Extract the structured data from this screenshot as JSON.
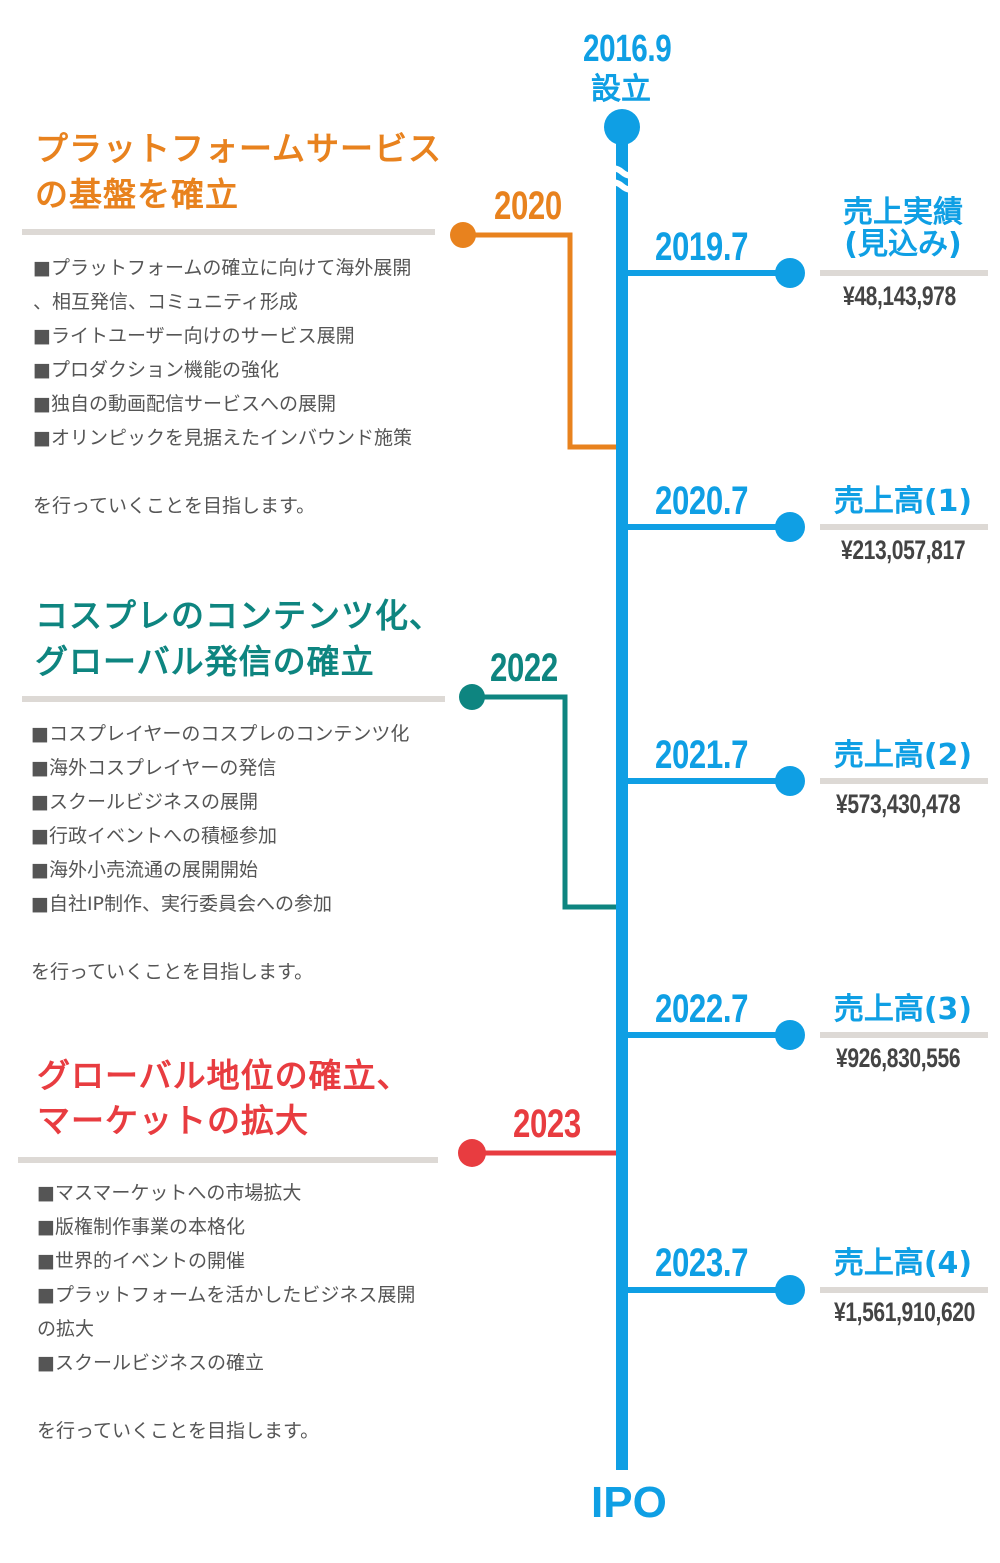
{
  "colors": {
    "blue": "#0f9fe4",
    "orange": "#e8821e",
    "teal": "#0e8580",
    "red": "#e83c40",
    "divider": "#ddd9d5"
  },
  "start": {
    "date": "2016.9",
    "label": "設立"
  },
  "end": {
    "label": "IPO"
  },
  "milestones": [
    {
      "date": "2019.7",
      "title_line1": "売上実績",
      "title_line2": "(見込み)",
      "amount": "¥48,143,978"
    },
    {
      "date": "2020.7",
      "title": "売上高(1)",
      "amount": "¥213,057,817"
    },
    {
      "date": "2021.7",
      "title": "売上高(2)",
      "amount": "¥573,430,478"
    },
    {
      "date": "2022.7",
      "title": "売上高(3)",
      "amount": "¥926,830,556"
    },
    {
      "date": "2023.7",
      "title": "売上高(4)",
      "amount": "¥1,561,910,620"
    }
  ],
  "phases": [
    {
      "year": "2020",
      "title_line1": "プラットフォームサービス",
      "title_line2": "の基盤を確立",
      "items": [
        "■プラットフォームの確立に向けて海外展開",
        "、相互発信、コミュニティ形成",
        "■ライトユーザー向けのサービス展開",
        "■プロダクション機能の強化",
        "■独自の動画配信サービスへの展開",
        "■オリンピックを見据えたインバウンド施策"
      ],
      "closing": "を行っていくことを目指します。"
    },
    {
      "year": "2022",
      "title_line1": "コスプレのコンテンツ化、",
      "title_line2": "グローバル発信の確立",
      "items": [
        "■コスプレイヤーのコスプレのコンテンツ化",
        "■海外コスプレイヤーの発信",
        "■スクールビジネスの展開",
        "■行政イベントへの積極参加",
        "■海外小売流通の展開開始",
        "■自社IP制作、実行委員会への参加"
      ],
      "closing": "を行っていくことを目指します。"
    },
    {
      "year": "2023",
      "title_line1": "グローバル地位の確立、",
      "title_line2": "マーケットの拡大",
      "items": [
        "■マスマーケットへの市場拡大",
        "■版権制作事業の本格化",
        "■世界的イベントの開催",
        "■プラットフォームを活かしたビジネス展開",
        "の拡大",
        "■スクールビジネスの確立"
      ],
      "closing": "を行っていくことを目指します。"
    }
  ]
}
